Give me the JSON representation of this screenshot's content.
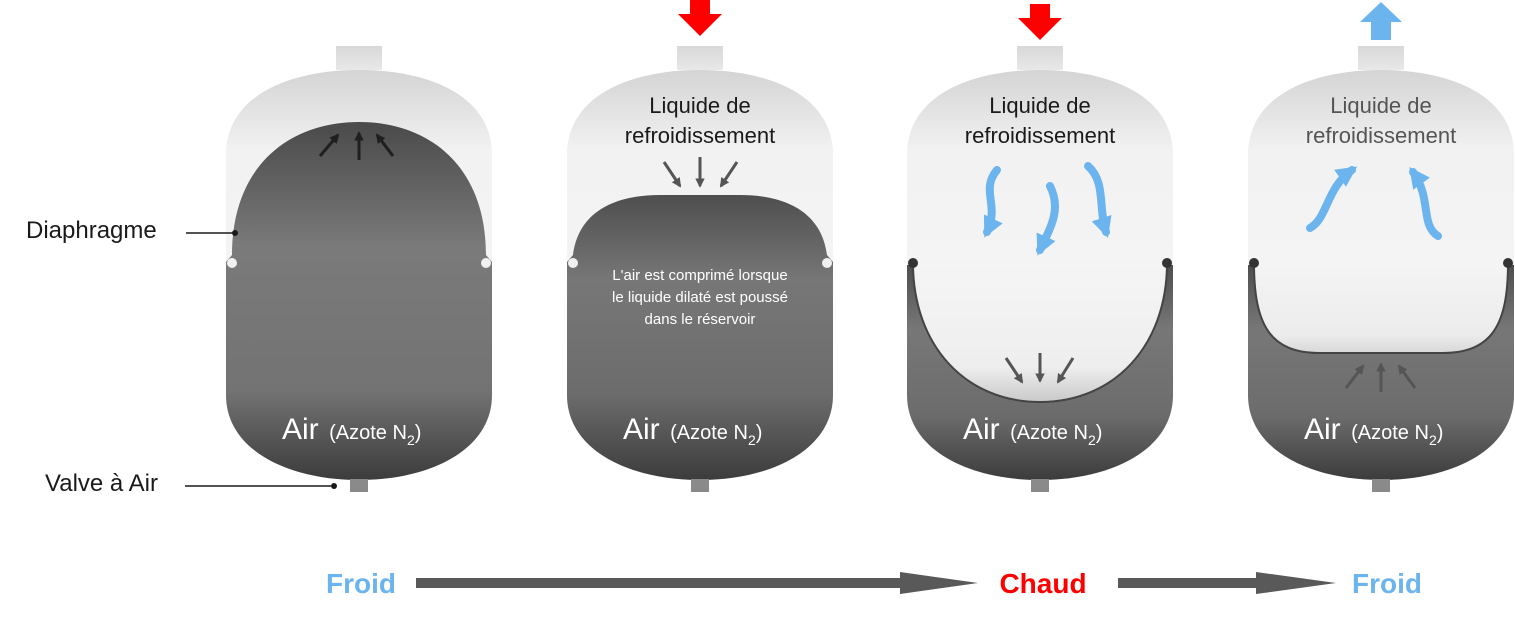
{
  "labels": {
    "diaphragm": "Diaphragme",
    "air_valve": "Valve à Air"
  },
  "tank_text": {
    "coolant_line1": "Liquide de",
    "coolant_line2": "refroidissement",
    "air_word": "Air",
    "air_gas": "(Azote N",
    "air_gas_sub": "2",
    "air_gas_close": ")",
    "compress_line1": "L'air est comprimé lorsque",
    "compress_line2": "le liquide dilaté est poussé",
    "compress_line3": "dans le réservoir"
  },
  "timeline": {
    "start": "Froid",
    "middle": "Chaud",
    "end": "Froid"
  },
  "colors": {
    "cold": "#6cb4ee",
    "hot": "#ff0000",
    "air_dark": "#5e5e5e",
    "coolant_light": "#ededed",
    "arrow_gray": "#555555",
    "label_dark": "#1a1a1a"
  }
}
